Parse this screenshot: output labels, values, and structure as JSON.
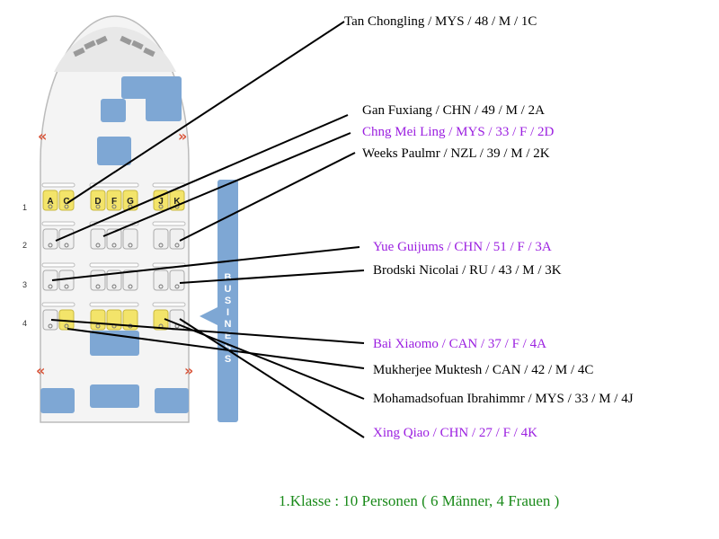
{
  "seat_map": {
    "row_labels": [
      "1",
      "2",
      "3",
      "4"
    ],
    "seat_letters_row1": [
      "A",
      "C",
      "D",
      "F",
      "G",
      "J",
      "K"
    ],
    "occupied_seats": [
      "1A",
      "1C",
      "1D",
      "1F",
      "1G",
      "1J",
      "1K",
      "4C",
      "4D",
      "4F",
      "4G",
      "4J"
    ],
    "cabin_label": "BUSINESS",
    "colors": {
      "occupied": "#f3e46a",
      "free": "#f0f0f0",
      "facility": "#7ea7d4",
      "exit": "#d9553a"
    }
  },
  "passengers": [
    {
      "text": "Tan Chongling / MYS / 48 / M / 1C",
      "gender": "M"
    },
    {
      "text": "Gan Fuxiang / CHN / 49 / M / 2A",
      "gender": "M"
    },
    {
      "text": "Chng Mei Ling / MYS / 33 / F / 2D",
      "gender": "F"
    },
    {
      "text": "Weeks Paulmr / NZL / 39 / M / 2K",
      "gender": "M"
    },
    {
      "text": "Yue Guijums / CHN / 51 / F / 3A",
      "gender": "F"
    },
    {
      "text": "Brodski Nicolai / RU / 43 / M / 3K",
      "gender": "M"
    },
    {
      "text": "Bai Xiaomo / CAN / 37 / F / 4A",
      "gender": "F"
    },
    {
      "text": "Mukherjee Muktesh / CAN / 42 / M / 4C",
      "gender": "M"
    },
    {
      "text": "Mohamadsofuan Ibrahimmr / MYS / 33 / M / 4J",
      "gender": "M"
    },
    {
      "text": "Xing Qiao / CHN / 27 / F / 4K",
      "gender": "F"
    }
  ],
  "colors": {
    "female": "#9b1fe0",
    "male": "#000000",
    "summary": "#1a8a1a"
  },
  "summary": "1.Klasse : 10 Personen ( 6 Männer, 4 Frauen )"
}
